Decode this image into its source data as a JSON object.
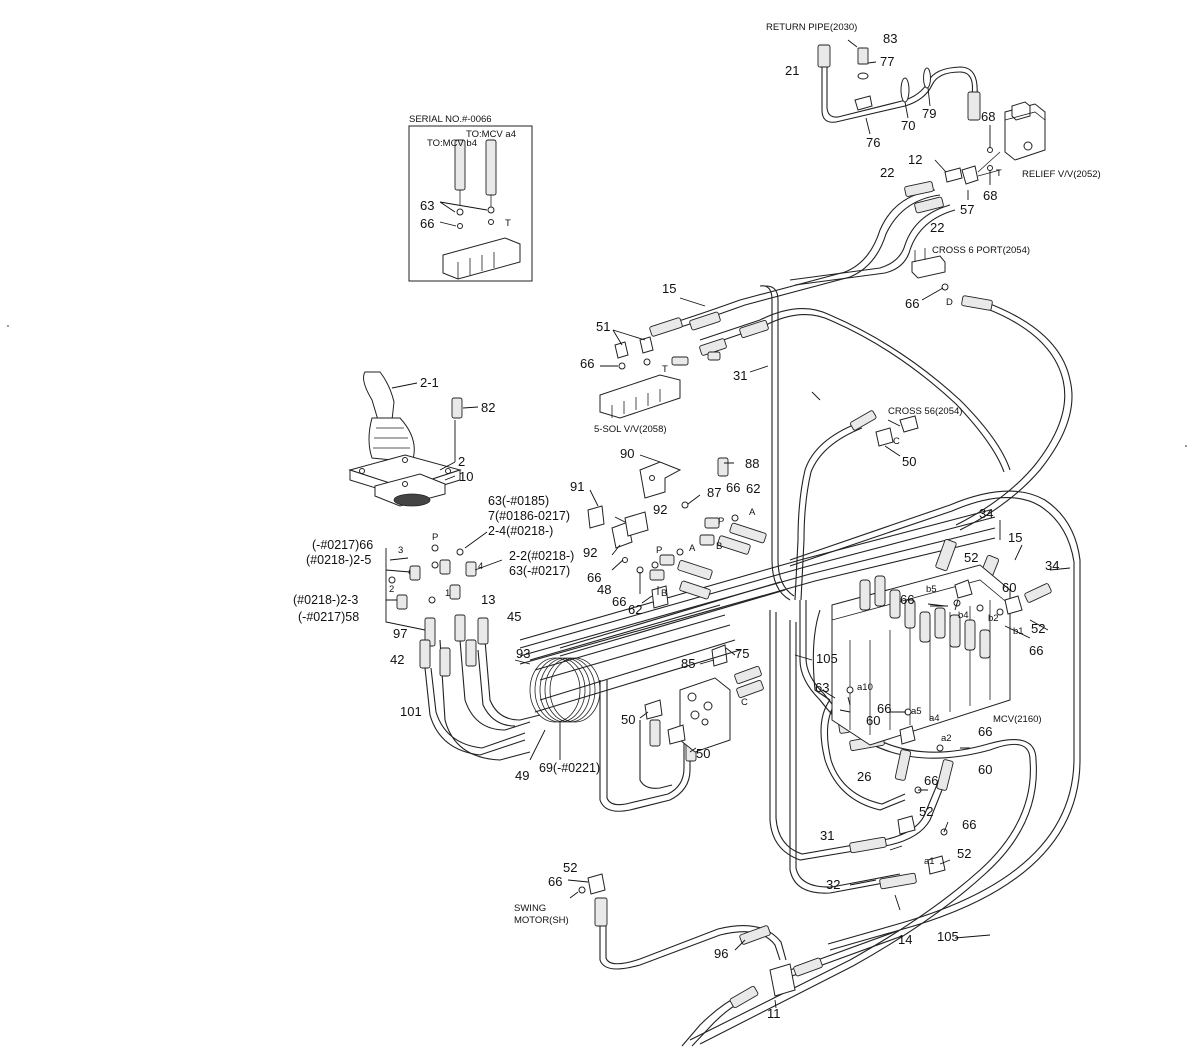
{
  "diagram_labels": {
    "return_pipe": "RETURN PIPE(2030)",
    "relief_vv": "RELIEF V/V(2052)",
    "cross_6_port": "CROSS 6 PORT(2054)",
    "cross_56": "CROSS 56(2054)",
    "sol_valve": "5-SOL V/V(2058)",
    "mcv": "MCV(2160)",
    "swing_motor_1": "SWING",
    "swing_motor_2": "MOTOR(SH)",
    "serial_no": "SERIAL NO.#-0066",
    "to_mcv_b4": "TO:MCV b4",
    "to_mcv_a4": "TO:MCV a4"
  },
  "multi_labels": {
    "l63_0185": "63(-#0185)",
    "l7_0186": "7(#0186-0217)",
    "l2_4": "2-4(#0218-)",
    "l2_2": "2-2(#0218-)",
    "l63_0217": "63(-#0217)",
    "l66_0217": "(-#0217)66",
    "l2_5": "(#0218-)2-5",
    "l2_3": "(#0218-)2-3",
    "l58_0217": "(-#0217)58",
    "l69_0221": "69(-#0221)"
  },
  "port_letters": {
    "D": "D",
    "T1": "T",
    "T2": "T",
    "T3": "T",
    "C1": "C",
    "C2": "C",
    "A1": "A",
    "B1": "B",
    "A2": "A",
    "B2": "B",
    "P1": "P",
    "P2": "P",
    "P3": "P",
    "a10": "a10",
    "a5": "a5",
    "a4": "a4",
    "a2": "a2",
    "a1": "a1",
    "b5": "b5",
    "b4": "b4",
    "b2": "b2",
    "b1": "b1",
    "n1": "1",
    "n2": "2",
    "n3": "3",
    "n4": "4"
  },
  "part_numbers": {
    "p21": "21",
    "p83": "83",
    "p77": "77",
    "p76": "76",
    "p70": "70",
    "p79": "79",
    "p68a": "68",
    "p68b": "68",
    "p12": "12",
    "p22a": "22",
    "p22b": "22",
    "p57": "57",
    "p66_cross": "66",
    "p15a": "15",
    "p51": "51",
    "p66_sol": "66",
    "p31a": "31",
    "p2_1": "2-1",
    "p82": "82",
    "p2": "2",
    "p10": "10",
    "p50a": "50",
    "p90": "90",
    "p88": "88",
    "p91": "91",
    "p87": "87",
    "p66b": "66",
    "p62a": "62",
    "p92a": "92",
    "p92b": "92",
    "p66c": "66",
    "p48": "48",
    "p66d": "66",
    "p62b": "62",
    "p34a": "34",
    "p15b": "15",
    "p34b": "34",
    "p52a": "52",
    "p60a": "60",
    "p66e": "66",
    "p52b": "52",
    "p66f": "66",
    "p97": "97",
    "p13": "13",
    "p45": "45",
    "p42": "42",
    "p93": "93",
    "p85": "85",
    "p75": "75",
    "p105a": "105",
    "p101": "101",
    "p50b": "50",
    "p50c": "50",
    "p63b": "63",
    "p66g": "66",
    "p60b": "60",
    "p66h": "66",
    "p60c": "60",
    "p49": "49",
    "p26": "26",
    "p66i": "66",
    "p52c": "52",
    "p31b": "31",
    "p66j": "66",
    "p52d": "52",
    "p32": "32",
    "p52e": "52",
    "p66k": "66",
    "p14": "14",
    "p105b": "105",
    "p96": "96",
    "p11": "11",
    "p63a": "63",
    "p66a": "66"
  }
}
